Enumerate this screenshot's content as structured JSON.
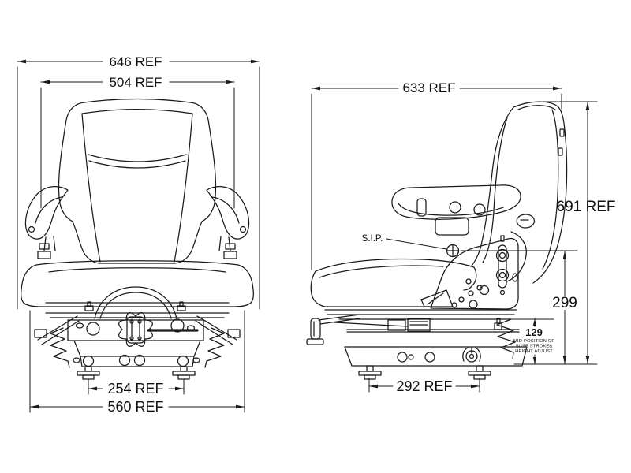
{
  "page": {
    "background_color": "#ffffff",
    "line_color": "#1a1a1a"
  },
  "front_view": {
    "dimensions": {
      "overall_width": "646 REF",
      "upper_width": "504 REF",
      "foot_spacing": "254 REF",
      "base_width": "560 REF"
    }
  },
  "side_view": {
    "dimensions": {
      "overall_depth": "633 REF",
      "overall_height": "691 REF",
      "sip_height": "299",
      "suspension_mid_stroke": "129",
      "foot_spacing": "292 REF"
    },
    "suspension_note_lines": [
      "MID-POSITION OF",
      "SUSP STROKE&",
      "HEIGHT ADJUST"
    ],
    "sip": {
      "label": "S.I.P.",
      "marker_icon": "sip-target"
    }
  }
}
